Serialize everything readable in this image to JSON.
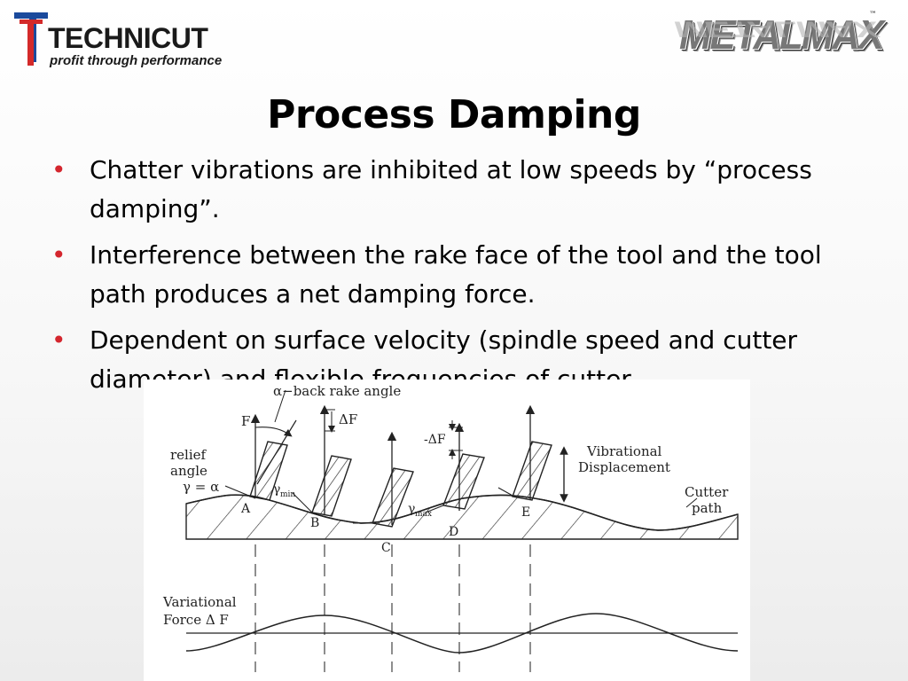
{
  "header": {
    "left_logo": {
      "name": "TECHNICUT",
      "tagline": "profit through performance",
      "colors": {
        "red": "#d42a2a",
        "blue": "#1b4a9c"
      }
    },
    "right_logo": {
      "name": "METALMAX",
      "tm": "™"
    }
  },
  "slide": {
    "title": "Process Damping",
    "bullets": [
      "Chatter vibrations are inhibited at low speeds by “process damping”.",
      "Interference between the rake face of the tool and the tool path produces a net damping force.",
      "Dependent on surface velocity (spindle speed and cutter diameter) and flexible frequencies of cutter."
    ],
    "bullet_color": "#d4262e"
  },
  "figure": {
    "labels": {
      "back_rake": "α−back rake angle",
      "F": "F",
      "dF": "ΔF",
      "minus_dF": "-ΔF",
      "relief": "relief",
      "angle": "angle",
      "gamma_eq": "γ = α",
      "gamma_min": "γ",
      "min_sub": "min",
      "gamma_max": "γ",
      "max_sub": "max",
      "vib1": "Vibrational",
      "vib2": "Displacement",
      "cutter1": "Cutter",
      "cutter2": "path",
      "A": "A",
      "B": "B",
      "C": "C",
      "D": "D",
      "E": "E",
      "var1": "Variational",
      "var2": "Force  Δ F"
    }
  }
}
